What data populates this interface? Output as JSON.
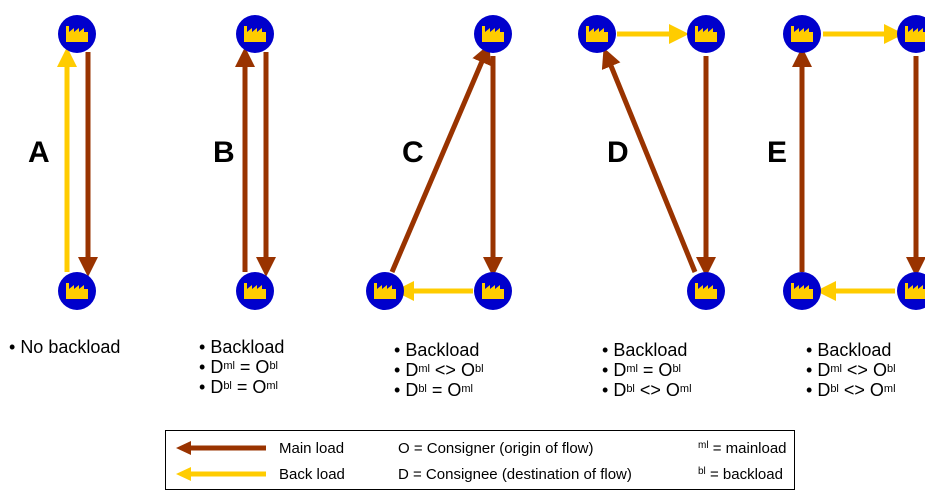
{
  "panels": [
    {
      "id": "A",
      "label": "A",
      "lines": [
        {
          "pre": "No backload"
        }
      ]
    },
    {
      "id": "B",
      "label": "B",
      "lines": [
        {
          "pre": "Backload"
        },
        {
          "pre": "D",
          "sup1": "ml",
          "mid": " = O",
          "sup2": "bl"
        },
        {
          "pre": "D",
          "sup1": "bl",
          "mid": " = O",
          "sup2": "ml"
        }
      ]
    },
    {
      "id": "C",
      "label": "C",
      "lines": [
        {
          "pre": "Backload"
        },
        {
          "pre": "D",
          "sup1": "ml",
          "mid": " <> O",
          "sup2": "bl"
        },
        {
          "pre": "D",
          "sup1": "bl",
          "mid": " = O",
          "sup2": "ml"
        }
      ]
    },
    {
      "id": "D",
      "label": "D",
      "lines": [
        {
          "pre": "Backload"
        },
        {
          "pre": "D",
          "sup1": "ml",
          "mid": " = O",
          "sup2": "bl"
        },
        {
          "pre": "D",
          "sup1": "bl",
          "mid": " <> O",
          "sup2": "ml"
        }
      ]
    },
    {
      "id": "E",
      "label": "E",
      "lines": [
        {
          "pre": "Backload"
        },
        {
          "pre": "D",
          "sup1": "ml",
          "mid": " <> O",
          "sup2": "bl"
        },
        {
          "pre": "D",
          "sup1": "bl",
          "mid": " <> O",
          "sup2": "ml"
        }
      ]
    }
  ],
  "legend": {
    "main_load": "Main load",
    "back_load": "Back load",
    "consigner": "O = Consigner (origin of flow)",
    "consignee": "D = Consignee (destination of flow)",
    "ml_sup": "ml",
    "ml_text": " = mainload",
    "bl_sup": "bl",
    "bl_text": " = backload"
  },
  "colors": {
    "main_load": "#993300",
    "back_load": "#FFCC00",
    "node_fill": "#0000CC",
    "factory": "#FFCC00"
  }
}
